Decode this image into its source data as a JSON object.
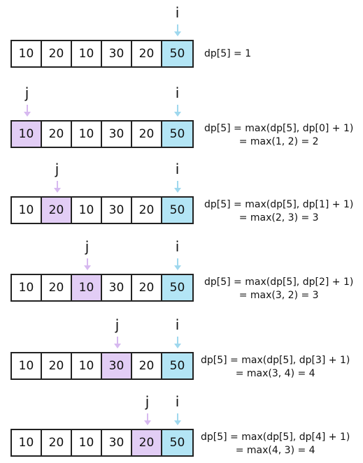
{
  "colors": {
    "i_highlight": "#b3e5f5",
    "j_highlight": "#e2cdf5",
    "i_arrow": "#9fd8ee",
    "j_arrow": "#d7b9f0"
  },
  "pointer_labels": {
    "i": "i",
    "j": "j"
  },
  "array": [
    "10",
    "20",
    "10",
    "30",
    "20",
    "50"
  ],
  "steps": [
    {
      "i": 5,
      "j": null,
      "lines": [
        "dp[5] = 1"
      ]
    },
    {
      "i": 5,
      "j": 0,
      "lines": [
        "dp[5] = max(dp[5], dp[0] + 1)",
        "= max(1, 2) = 2"
      ]
    },
    {
      "i": 5,
      "j": 1,
      "lines": [
        "dp[5] = max(dp[5], dp[1] + 1)",
        "= max(2, 3) = 3"
      ]
    },
    {
      "i": 5,
      "j": 2,
      "lines": [
        "dp[5] = max(dp[5], dp[2] + 1)",
        "= max(3, 2) = 3"
      ]
    },
    {
      "i": 5,
      "j": 3,
      "lines": [
        "dp[5] = max(dp[5], dp[3] + 1)",
        "= max(3, 4) = 4"
      ]
    },
    {
      "i": 5,
      "j": 4,
      "lines": [
        "dp[5] = max(dp[5], dp[4] + 1)",
        "= max(4, 3) = 4"
      ]
    }
  ]
}
